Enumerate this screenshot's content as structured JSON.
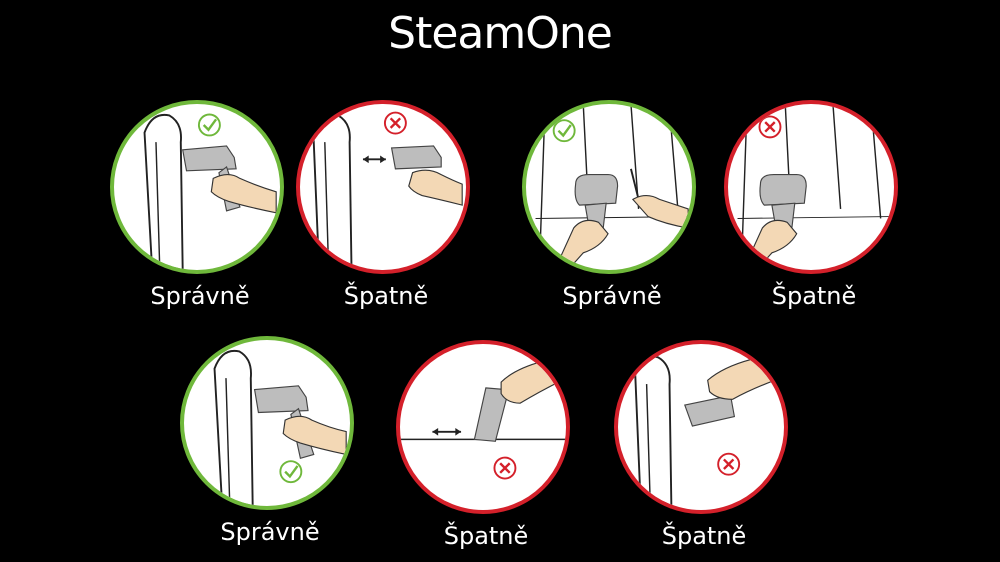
{
  "brand": {
    "logo_text": "SteamOne"
  },
  "colors": {
    "good": "#6fb83b",
    "bad": "#d4202a",
    "background": "#000000"
  },
  "panels": [
    {
      "label": "Správně",
      "verdict": "correct",
      "icon": "check-icon"
    },
    {
      "label": "Špatně",
      "verdict": "wrong",
      "icon": "cross-icon"
    },
    {
      "label": "Správně",
      "verdict": "correct",
      "icon": "check-icon"
    },
    {
      "label": "Špatně",
      "verdict": "wrong",
      "icon": "cross-icon"
    },
    {
      "label": "Správně",
      "verdict": "correct",
      "icon": "check-icon"
    },
    {
      "label": "Špatně",
      "verdict": "wrong",
      "icon": "cross-icon"
    },
    {
      "label": "Špatně",
      "verdict": "wrong",
      "icon": "cross-icon"
    }
  ]
}
